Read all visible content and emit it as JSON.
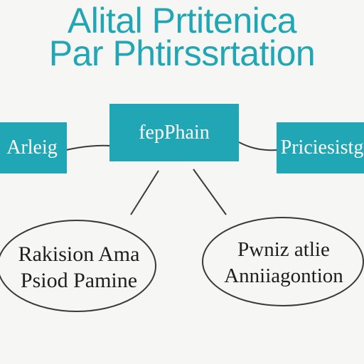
{
  "colors": {
    "accent": "#20a6b4",
    "background": "#f6f6f4",
    "line": "#3a3a3a",
    "text_dark": "#1e1e1e",
    "box_text": "#ffffff"
  },
  "diagram": {
    "title": [
      "Alital Prtitenica",
      "Par Phtirssrtation"
    ],
    "center_node": "fepPhain",
    "left_node": "Arleig",
    "right_node": "Priciesistg",
    "left_oval": [
      "Rakision Ama",
      "Psiod Pamine"
    ],
    "right_oval": [
      "Pwniz atlie",
      "Anniiagontion"
    ]
  }
}
